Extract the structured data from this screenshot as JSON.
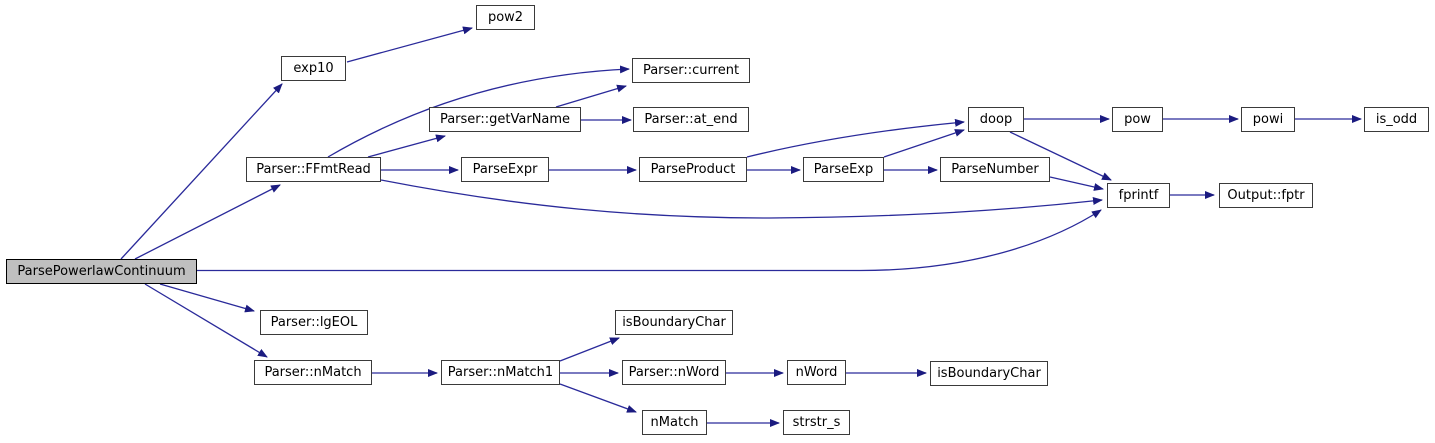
{
  "diagram": {
    "type": "call-graph",
    "root": "ParsePowerlawContinuum",
    "colors": {
      "edge": "#23239b",
      "node_border": "#3a3a3a",
      "node_fill": "#ffffff",
      "root_fill": "#bfbfbf",
      "root_border": "#000000",
      "text": "#000000",
      "background": "#ffffff"
    },
    "nodes": [
      {
        "id": "ParsePowerlawContinuum",
        "label": "ParsePowerlawContinuum"
      },
      {
        "id": "exp10",
        "label": "exp10"
      },
      {
        "id": "pow2",
        "label": "pow2"
      },
      {
        "id": "Parser::current",
        "label": "Parser::current"
      },
      {
        "id": "Parser::getVarName",
        "label": "Parser::getVarName"
      },
      {
        "id": "Parser::at_end",
        "label": "Parser::at_end"
      },
      {
        "id": "Parser::FFmtRead",
        "label": "Parser::FFmtRead"
      },
      {
        "id": "ParseExpr",
        "label": "ParseExpr"
      },
      {
        "id": "ParseProduct",
        "label": "ParseProduct"
      },
      {
        "id": "ParseExp",
        "label": "ParseExp"
      },
      {
        "id": "ParseNumber",
        "label": "ParseNumber"
      },
      {
        "id": "doop",
        "label": "doop"
      },
      {
        "id": "pow",
        "label": "pow"
      },
      {
        "id": "powi",
        "label": "powi"
      },
      {
        "id": "is_odd",
        "label": "is_odd"
      },
      {
        "id": "fprintf",
        "label": "fprintf"
      },
      {
        "id": "Output::fptr",
        "label": "Output::fptr"
      },
      {
        "id": "Parser::lgEOL",
        "label": "Parser::lgEOL"
      },
      {
        "id": "Parser::nMatch",
        "label": "Parser::nMatch"
      },
      {
        "id": "Parser::nMatch1",
        "label": "Parser::nMatch1"
      },
      {
        "id": "isBoundaryChar",
        "label": "isBoundaryChar"
      },
      {
        "id": "Parser::nWord",
        "label": "Parser::nWord"
      },
      {
        "id": "nWord",
        "label": "nWord"
      },
      {
        "id": "isBoundaryChar#2",
        "label": "isBoundaryChar"
      },
      {
        "id": "nMatch",
        "label": "nMatch"
      },
      {
        "id": "strstr_s",
        "label": "strstr_s"
      }
    ],
    "edges": [
      {
        "from": "ParsePowerlawContinuum",
        "to": "exp10"
      },
      {
        "from": "exp10",
        "to": "pow2"
      },
      {
        "from": "ParsePowerlawContinuum",
        "to": "Parser::FFmtRead"
      },
      {
        "from": "Parser::FFmtRead",
        "to": "Parser::current"
      },
      {
        "from": "Parser::FFmtRead",
        "to": "Parser::getVarName"
      },
      {
        "from": "Parser::getVarName",
        "to": "Parser::current"
      },
      {
        "from": "Parser::getVarName",
        "to": "Parser::at_end"
      },
      {
        "from": "Parser::FFmtRead",
        "to": "ParseExpr"
      },
      {
        "from": "ParseExpr",
        "to": "ParseProduct"
      },
      {
        "from": "ParseProduct",
        "to": "ParseExp"
      },
      {
        "from": "ParseExp",
        "to": "ParseNumber"
      },
      {
        "from": "ParseProduct",
        "to": "doop"
      },
      {
        "from": "ParseExp",
        "to": "doop"
      },
      {
        "from": "doop",
        "to": "pow"
      },
      {
        "from": "pow",
        "to": "powi"
      },
      {
        "from": "powi",
        "to": "is_odd"
      },
      {
        "from": "doop",
        "to": "fprintf"
      },
      {
        "from": "ParseNumber",
        "to": "fprintf"
      },
      {
        "from": "fprintf",
        "to": "Output::fptr"
      },
      {
        "from": "Parser::FFmtRead",
        "to": "fprintf"
      },
      {
        "from": "ParsePowerlawContinuum",
        "to": "fprintf"
      },
      {
        "from": "ParsePowerlawContinuum",
        "to": "Parser::lgEOL"
      },
      {
        "from": "ParsePowerlawContinuum",
        "to": "Parser::nMatch"
      },
      {
        "from": "Parser::nMatch",
        "to": "Parser::nMatch1"
      },
      {
        "from": "Parser::nMatch1",
        "to": "isBoundaryChar"
      },
      {
        "from": "Parser::nMatch1",
        "to": "Parser::nWord"
      },
      {
        "from": "Parser::nMatch1",
        "to": "nMatch"
      },
      {
        "from": "Parser::nWord",
        "to": "nWord"
      },
      {
        "from": "nWord",
        "to": "isBoundaryChar#2"
      },
      {
        "from": "nMatch",
        "to": "strstr_s"
      }
    ]
  }
}
